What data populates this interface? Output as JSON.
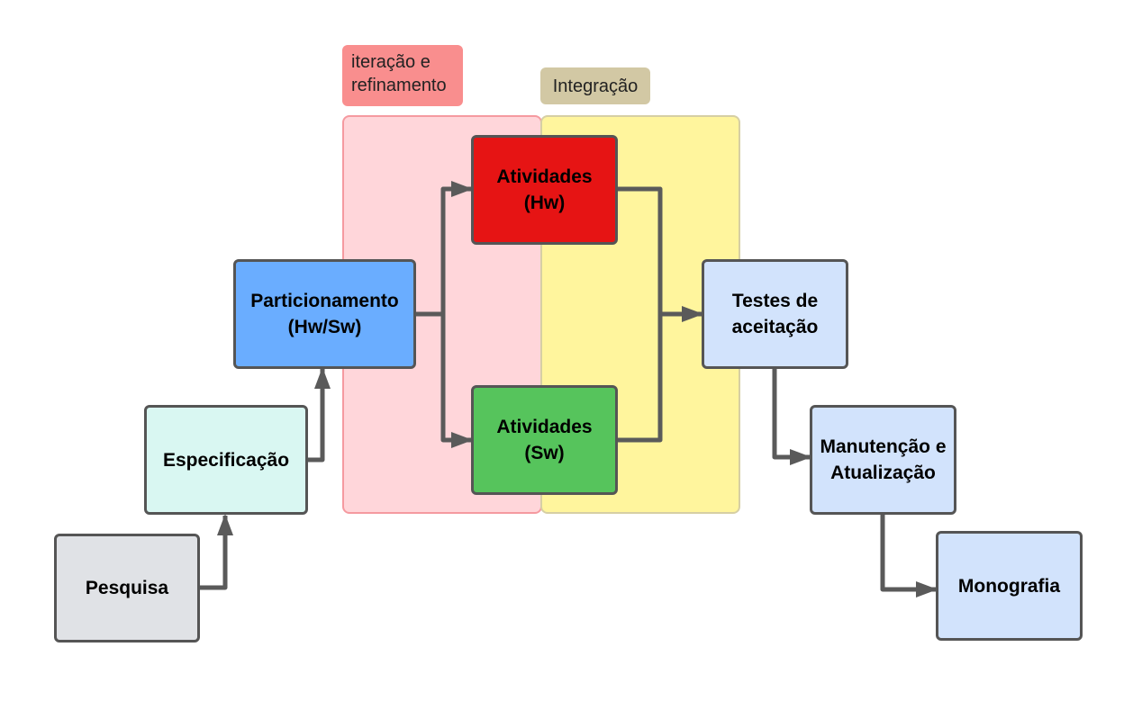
{
  "regions": {
    "iteration": {
      "label": "iteração e refinamento",
      "color": "#ffd6da"
    },
    "integration": {
      "label": "Integração",
      "color": "#fff59d"
    }
  },
  "nodes": {
    "pesquisa": {
      "label": "Pesquisa",
      "color": "#e0e2e6"
    },
    "especificacao": {
      "label": "Especificação",
      "color": "#d9f7f2"
    },
    "particionamento": {
      "label": "Particionamento (Hw/Sw)",
      "color": "#6aadff"
    },
    "atividades_hw": {
      "label": "Atividades (Hw)",
      "color": "#e61414"
    },
    "atividades_sw": {
      "label": "Atividades (Sw)",
      "color": "#56c45c"
    },
    "testes": {
      "label": "Testes de aceitação",
      "color": "#d2e3fc"
    },
    "manutencao": {
      "label": "Manutenção e Atualização",
      "color": "#d2e3fc"
    },
    "monografia": {
      "label": "Monografia",
      "color": "#d2e3fc"
    }
  },
  "edges": [
    {
      "from": "pesquisa",
      "to": "especificacao"
    },
    {
      "from": "especificacao",
      "to": "particionamento"
    },
    {
      "from": "particionamento",
      "to": "atividades_hw"
    },
    {
      "from": "particionamento",
      "to": "atividades_sw"
    },
    {
      "from": "atividades_hw",
      "to": "testes"
    },
    {
      "from": "atividades_sw",
      "to": "testes"
    },
    {
      "from": "testes",
      "to": "manutencao"
    },
    {
      "from": "manutencao",
      "to": "monografia"
    }
  ],
  "edge_color": "#5a5a5a"
}
